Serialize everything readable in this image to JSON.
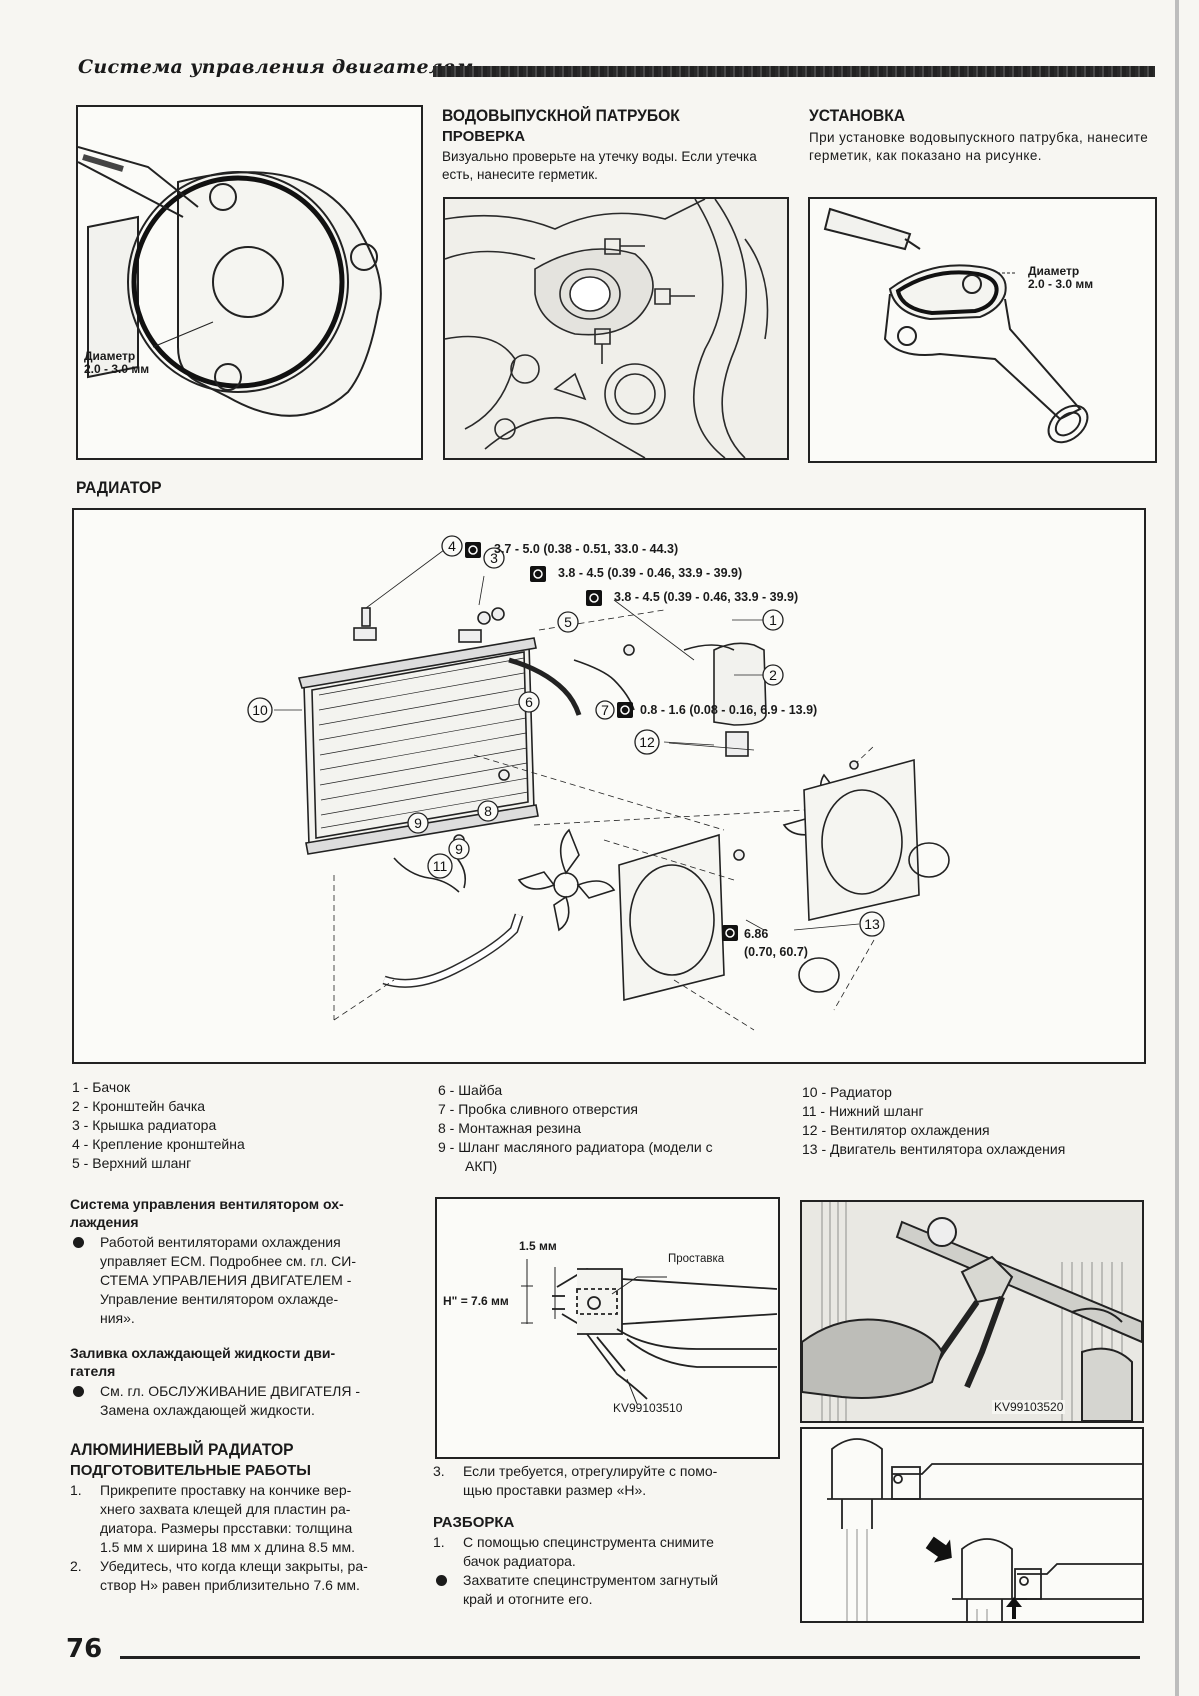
{
  "header": {
    "section_title": "Система управления двигателем"
  },
  "water_outlet": {
    "title": "ВОДОВЫПУСКНОЙ ПАТРУБОК",
    "check_subtitle": "ПРОВЕРКА",
    "check_text": "Визуально проверьте на утечку воды. Если утечка есть, нанесите герметик.",
    "install_subtitle": "УСТАНОВКА",
    "install_text": "При установке водовыпускного патрубка, нанесите герметик, как показано на рисунке."
  },
  "figures": {
    "fig1_label_line1": "Диаметр",
    "fig1_label_line2": "2.0 - 3.0 мм",
    "fig3_label_line1": "Диаметр",
    "fig3_label_line2": "2.0 - 3.0 мм"
  },
  "radiator": {
    "title": "РАДИАТОР",
    "torque_1": "3.7 - 5.0 (0.38 - 0.51, 33.0 - 44.3)",
    "torque_2": "3.8 - 4.5 (0.39 - 0.46, 33.9 - 39.9)",
    "torque_3": "3.8 - 4.5 (0.39 - 0.46, 33.9 - 39.9)",
    "torque_7": "0.8 - 1.6 (0.08 - 0.16, 6.9 - 13.9)",
    "torque_fan_line1": "6.86",
    "torque_fan_line2": "(0.70, 60.7)",
    "callouts": [
      "1",
      "2",
      "3",
      "4",
      "5",
      "6",
      "7",
      "8",
      "9",
      "9",
      "10",
      "11",
      "12",
      "13"
    ]
  },
  "legend": {
    "col1": [
      "1 - Бачок",
      "2 - Кронштейн бачка",
      "3 - Крышка радиатора",
      "4 - Крепление кронштейна",
      "5 - Верхний шланг"
    ],
    "col2": [
      "6 - Шайба",
      "7 - Пробка сливного отверстия",
      "8 - Монтажная резина",
      "9 - Шланг масляного радиатора (модели с",
      "АКП)"
    ],
    "col3": [
      "10 - Радиатор",
      "11 - Нижний шланг",
      "12 - Вентилятор охлаждения",
      "13 - Двигатель вентилятора охлаждения"
    ]
  },
  "fan_control": {
    "title_line1": "Система управления вентилятором ох-",
    "title_line2": "лаждения",
    "bullet": [
      "Работой вентиляторами охлаждения",
      "управляет ECM. Подробнее см. гл. СИ-",
      "СТЕМА УПРАВЛЕНИЯ ДВИГАТЕЛЕМ -",
      "Управление вентилятором охлажде-",
      "ния»."
    ]
  },
  "coolant_fill": {
    "title_line1": "Заливка охлаждающей жидкости дви-",
    "title_line2": "гателя",
    "bullet": [
      "См. гл. ОБСЛУЖИВАНИЕ ДВИГАТЕЛЯ -",
      "Замена охлаждающей жидкости."
    ]
  },
  "aluminum": {
    "title": "АЛЮМИНИЕВЫЙ РАДИАТОР",
    "subtitle": "ПОДГОТОВИТЕЛЬНЫЕ РАБОТЫ",
    "step1_num": "1.",
    "step1": [
      "Прикрепите проставку на кончике вер-",
      "хнего захвата клещей для пластин ра-",
      "диатора. Размеры прсставки: толщина",
      "1.5 мм х ширина 18 мм х длина 8.5 мм."
    ],
    "step2_num": "2.",
    "step2": [
      "Убедитесь, что когда клещи закрыты, ра-",
      "створ Н» равен приблизительно 7.6 мм."
    ]
  },
  "tool_fig": {
    "dim_top": "1.5 мм",
    "spacer": "Проставка",
    "dim_h": "H\" = 7.6 мм",
    "tool_code": "KV99103510",
    "photo_code": "KV99103520"
  },
  "adjust": {
    "step3_num": "3.",
    "step3": [
      "Если требуется, отрегулируйте с помо-",
      "щью проставки размер «Н»."
    ],
    "disassembly_title": "РАЗБОРКА",
    "step1_num": "1.",
    "step1": [
      "С помощью специнструмента снимите",
      "бачок радиатора."
    ],
    "bullet": [
      "Захватите специнструментом загнутый",
      "край и отогните его."
    ]
  },
  "page_number": "76"
}
